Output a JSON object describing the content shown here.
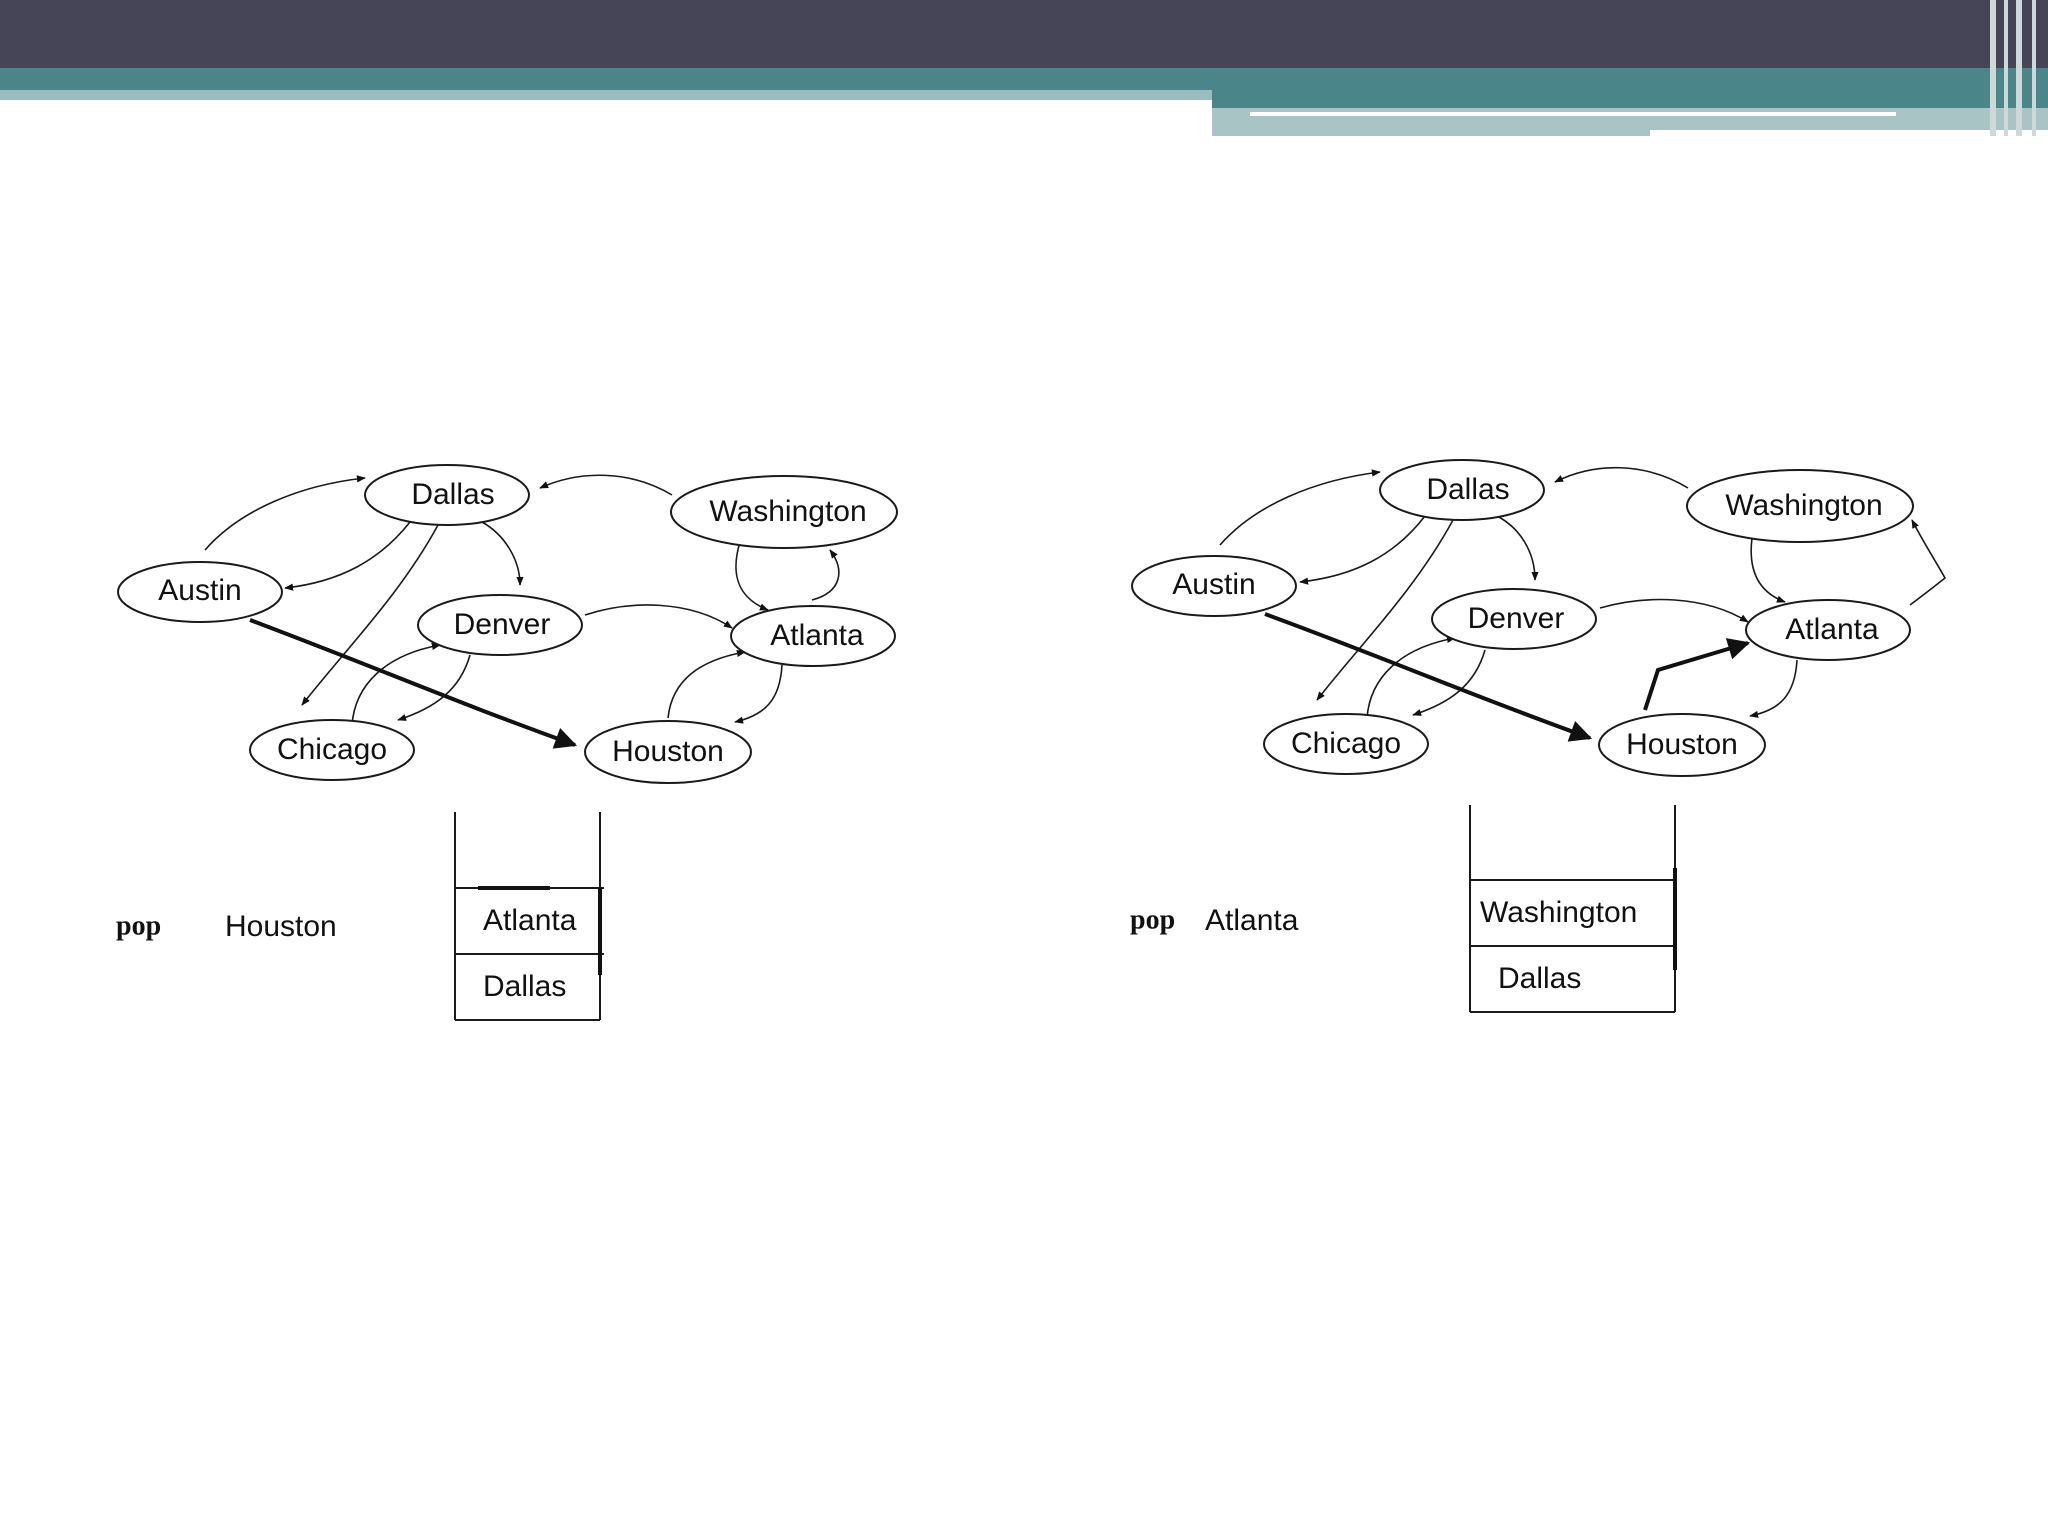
{
  "banner_colors": {
    "dark": "#464558",
    "teal": "#4a8589",
    "light_teal": "#9cbdbd"
  },
  "panels": [
    {
      "nodes": [
        "Dallas",
        "Washington",
        "Austin",
        "Denver",
        "Atlanta",
        "Chicago",
        "Houston"
      ],
      "pop": {
        "word": "pop",
        "value": "Houston"
      },
      "stack": [
        "Atlanta",
        "Dallas"
      ]
    },
    {
      "nodes": [
        "Dallas",
        "Washington",
        "Austin",
        "Denver",
        "Atlanta",
        "Chicago",
        "Houston"
      ],
      "pop": {
        "word": "pop",
        "value": "Atlanta"
      },
      "stack": [
        "Washington",
        "Dallas"
      ]
    }
  ]
}
